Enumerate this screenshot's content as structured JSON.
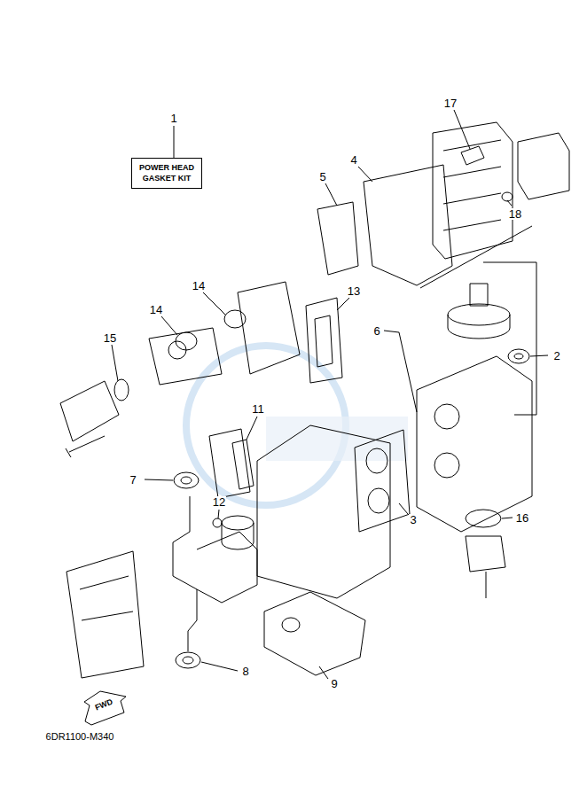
{
  "diagram": {
    "nodes": [
      {
        "text": [
          "POWER HEAD GASKET KIT"
        ]
      }
    ],
    "labels": [
      "1",
      "17",
      "4",
      "5",
      "18",
      "2",
      "6",
      "13",
      "14",
      "14",
      "15",
      "11",
      "12",
      "7",
      "3",
      "16",
      "8",
      "9",
      "FWD",
      "6DR1100-M340"
    ]
  }
}
